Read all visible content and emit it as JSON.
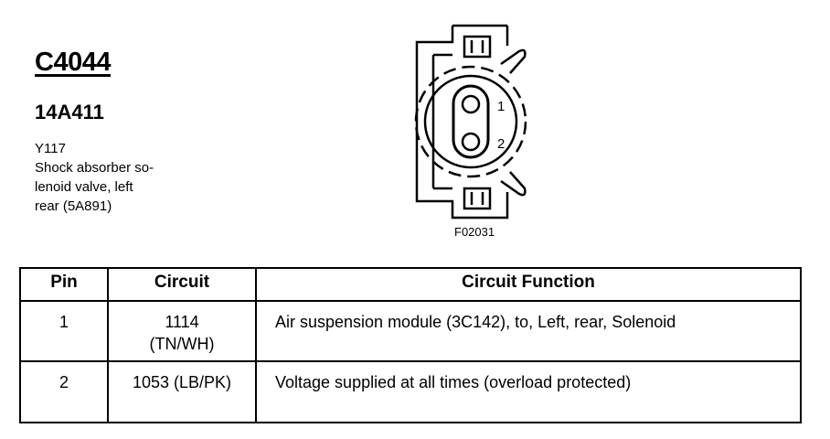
{
  "header": {
    "connector_id": "C4044",
    "part_number": "14A411",
    "description_lines": [
      "Y117",
      "Shock absorber so-",
      "lenoid valve, left",
      "rear (5A891)"
    ]
  },
  "diagram": {
    "pin_labels": [
      "1",
      "2"
    ],
    "figure_id": "F02031"
  },
  "table": {
    "headers": [
      "Pin",
      "Circuit",
      "Circuit Function"
    ],
    "rows": [
      {
        "pin": "1",
        "circuit_lines": [
          "1114",
          "(TN/WH)"
        ],
        "function": "Air suspension module (3C142), to, Left, rear, Solenoid"
      },
      {
        "pin": "2",
        "circuit_lines": [
          "1053 (LB/PK)"
        ],
        "function": "Voltage supplied at all times (overload protected)"
      }
    ]
  }
}
